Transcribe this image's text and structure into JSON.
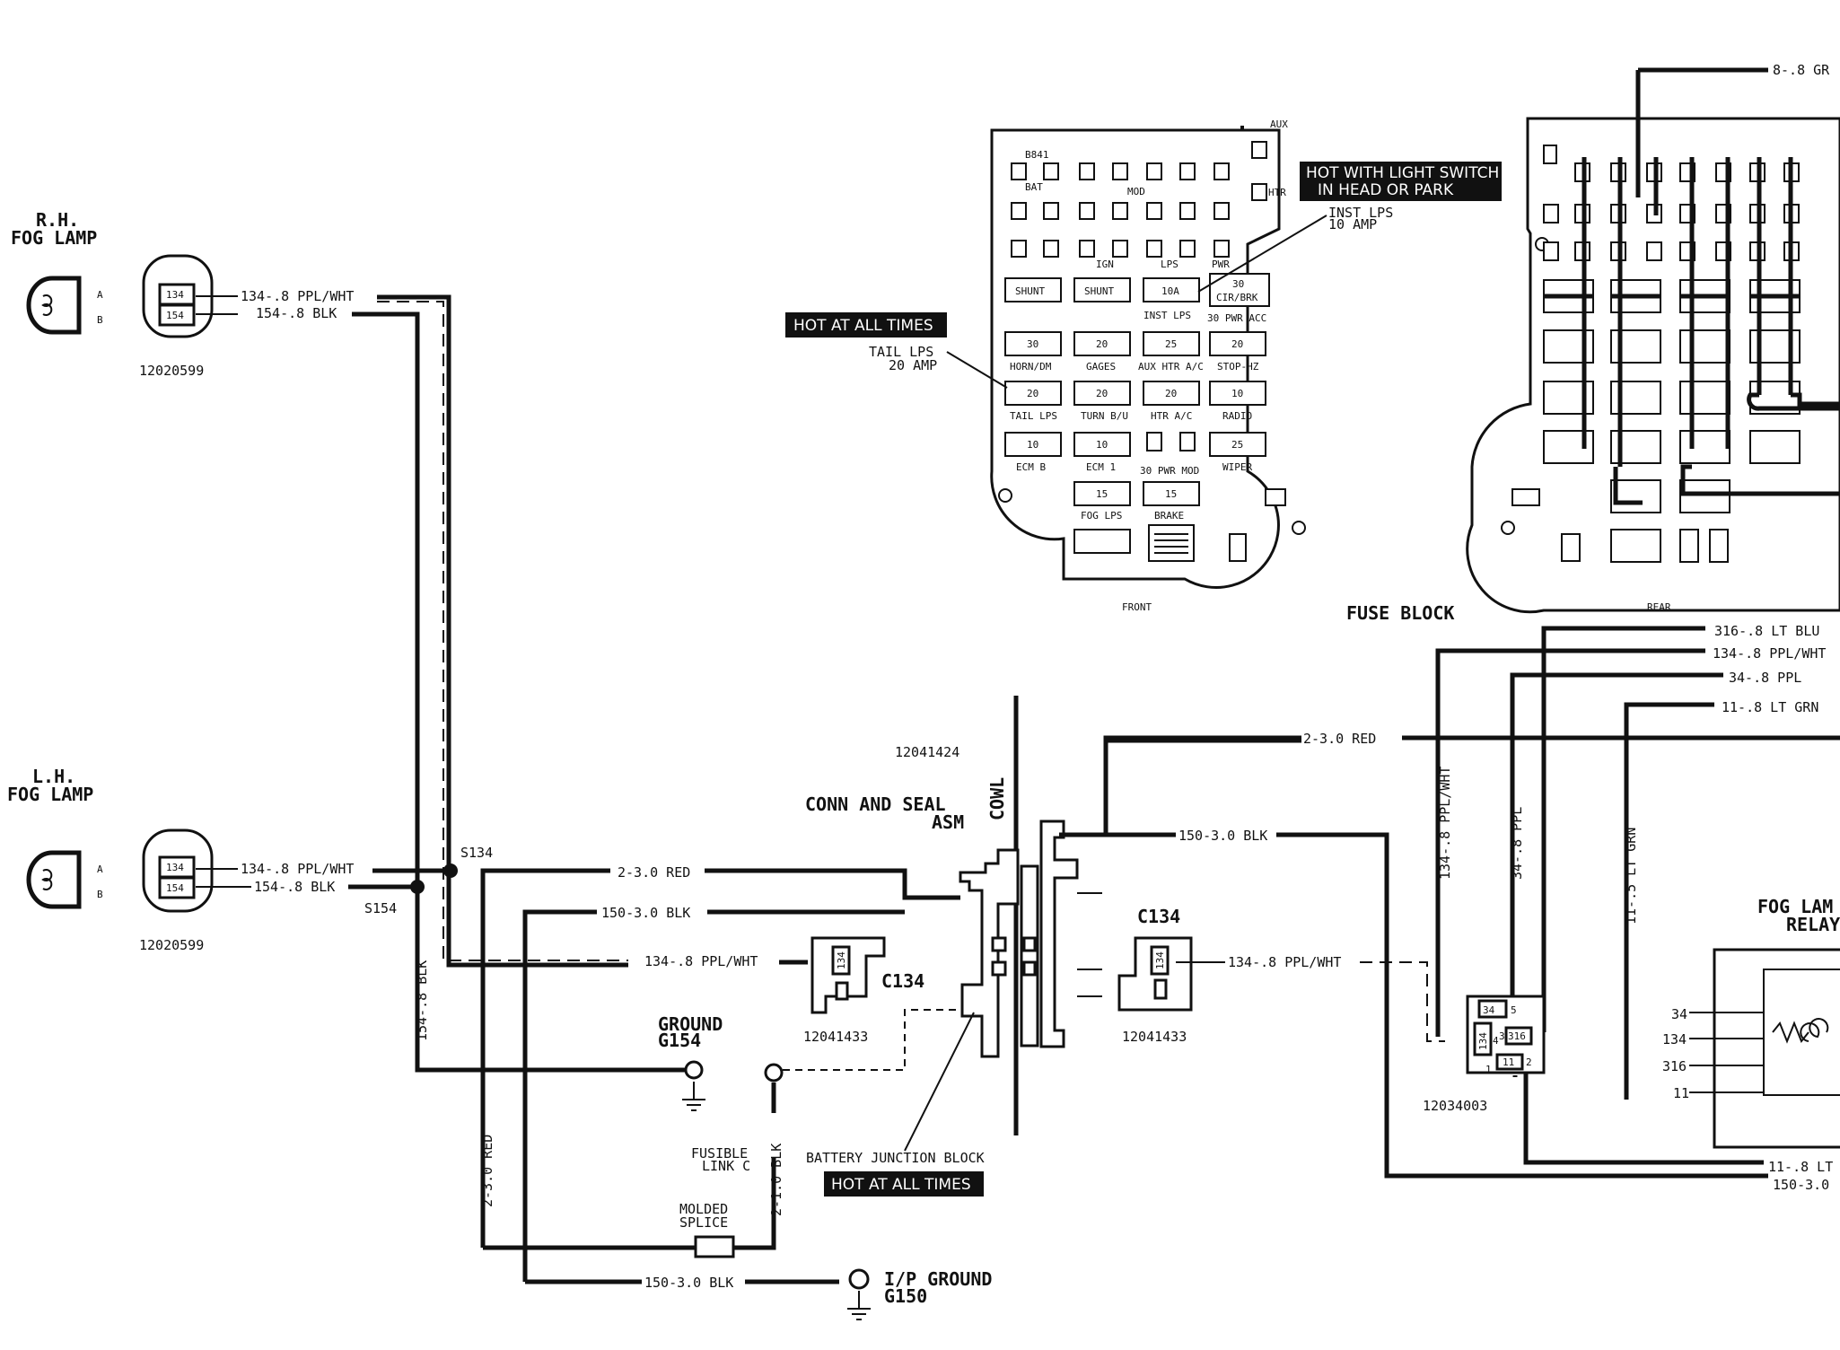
{
  "components": {
    "rh_fog_lamp": {
      "title_line1": "R.H.",
      "title_line2": "FOG LAMP",
      "part_number": "12020599",
      "pin_a": "A",
      "pin_b": "B",
      "cavity_1": "134",
      "cavity_2": "154"
    },
    "lh_fog_lamp": {
      "title_line1": "L.H.",
      "title_line2": "FOG LAMP",
      "part_number": "12020599",
      "pin_a": "A",
      "pin_b": "B",
      "cavity_1": "134",
      "cavity_2": "154"
    },
    "conn_seal": {
      "part_number": "12041424",
      "line1": "CONN AND SEAL",
      "line2": "ASM",
      "cowl": "COWL"
    },
    "c134_left": {
      "name": "C134",
      "part_number": "12041433",
      "cavity": "134"
    },
    "c134_right": {
      "name": "C134",
      "part_number": "12041433",
      "cavity": "134"
    },
    "ground_g154": {
      "line1": "GROUND",
      "line2": "G154"
    },
    "ground_g150": {
      "line1": "I/P GROUND",
      "line2": "G150"
    },
    "fusible_link": {
      "line1": "FUSIBLE",
      "line2": "LINK C"
    },
    "molded_splice": {
      "line1": "MOLDED",
      "line2": "SPLICE"
    },
    "battery_junction": {
      "label": "BATTERY JUNCTION BLOCK",
      "hot": "HOT AT ALL TIMES"
    },
    "relay": {
      "part_number": "12034003",
      "title_line1": "FOG LAM",
      "title_line2": "RELAY",
      "pins": [
        "34",
        "134",
        "316",
        "11"
      ],
      "cav_34": "34",
      "cav_134": "134",
      "cav_316": "316",
      "cav_11": "11",
      "pin_5": "5",
      "pin_4": "4",
      "pin_3": "3",
      "pin_2": "2",
      "pin_1": "1"
    }
  },
  "splices": {
    "s134": "S134",
    "s154": "S154"
  },
  "wires": {
    "w134_rh": "134-.8 PPL/WHT",
    "w154_rh": "154-.8 BLK",
    "w134_lh": "134-.8 PPL/WHT",
    "w154_lh": "154-.8 BLK",
    "w154_vert": "154-.8 BLK",
    "w2_red_top": "2-3.0 RED",
    "w150_blk_mid": "150-3.0 BLK",
    "w134_mid": "134-.8 PPL/WHT",
    "w2_red_vert": "2-3.0 RED",
    "w2_blk_vert": "2-1.0 BLK",
    "w150_bottom": "150-3.0 BLK",
    "w150_right": "150-3.0 BLK",
    "w2_red_right": "2-3.0 RED",
    "w134_right": "134-.8 PPL/WHT",
    "w134_vert_r": "134-.8 PPL/WHT",
    "w34_vert": "34-.8 PPL",
    "w11_vert": "11-.5 LT GRN",
    "edge_8": "8-.8 GR",
    "edge_316": "316-.8 LT BLU",
    "edge_134": "134-.8 PPL/WHT",
    "edge_34": "34-.8 PPL",
    "edge_11": "11-.8 LT GRN",
    "edge_11b": "11-.8 LT",
    "edge_150": "150-3.0"
  },
  "fuse_block": {
    "title": "FUSE BLOCK",
    "front_label": "FRONT",
    "rear_label": "REAR",
    "hot_all_times": "HOT AT ALL TIMES",
    "hot_light_switch_1": "HOT WITH LIGHT SWITCH",
    "hot_light_switch_2": "IN HEAD OR PARK",
    "inst_lps_1": "INST LPS",
    "inst_lps_2": "10 AMP",
    "tail_lps_1": "TAIL LPS",
    "tail_lps_2": "20 AMP",
    "side_tab": "AUX",
    "side_tab2": "HTR",
    "bat_label": "BAT",
    "mod_label": "MOD",
    "ign_label": "IGN",
    "lps_label": "LPS",
    "pwr_label": "PWR",
    "b841": "B841",
    "pwr_acc_note": "30 PWR MOD",
    "fuses": [
      {
        "value": "SHUNT",
        "name": ""
      },
      {
        "value": "SHUNT",
        "name": ""
      },
      {
        "value": "10A",
        "name": "INST LPS"
      },
      {
        "value": "30",
        "name": "CIR/BRK"
      },
      {
        "value": "30",
        "name": "HORN/DM"
      },
      {
        "value": "20",
        "name": "GAGES"
      },
      {
        "value": "25",
        "name": "AUX HTR A/C"
      },
      {
        "value": "20",
        "name": "STOP-HZ"
      },
      {
        "value": "20",
        "name": "TAIL LPS"
      },
      {
        "value": "20",
        "name": "TURN B/U"
      },
      {
        "value": "20",
        "name": "HTR A/C"
      },
      {
        "value": "10",
        "name": "RADIO"
      },
      {
        "value": "10",
        "name": "ECM B"
      },
      {
        "value": "10",
        "name": "ECM 1"
      },
      {
        "value": "25",
        "name": "WIPER"
      },
      {
        "value": "15",
        "name": "FOG LPS"
      },
      {
        "value": "15",
        "name": "BRAKE"
      }
    ],
    "pwr_acc": "30 PWR ACC"
  }
}
